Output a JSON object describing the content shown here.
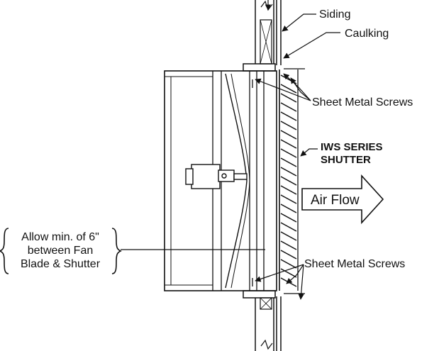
{
  "labels": {
    "siding": "Siding",
    "caulking": "Caulking",
    "screws_top": "Sheet Metal Screws",
    "screws_bottom": "Sheet Metal Screws",
    "shutter_line1": "IWS SERIES",
    "shutter_line2": "SHUTTER",
    "air_flow": "Air Flow",
    "note_line1": "Allow min. of 6\"",
    "note_line2": "between Fan",
    "note_line3": "Blade & Shutter"
  },
  "colors": {
    "line": "#111111",
    "background": "#ffffff"
  }
}
